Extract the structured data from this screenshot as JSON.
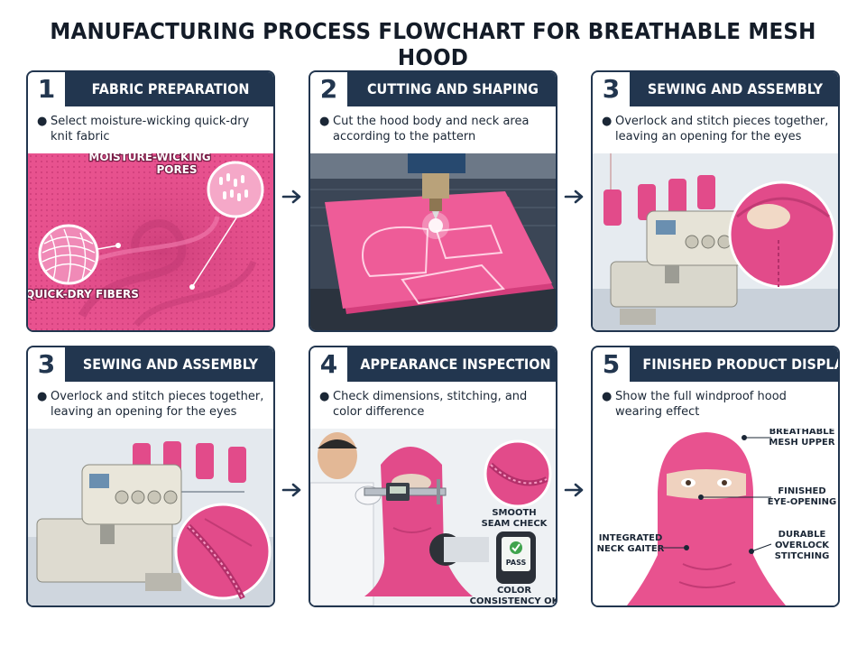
{
  "title": "MANUFACTURING PROCESS FLOWCHART FOR BREATHABLE MESH HOOD",
  "steps": [
    {
      "number": "1",
      "title": "FABRIC PREPARATION",
      "description": "Select moisture-wicking quick-dry knit fabric",
      "labels": [
        "MOISTURE-WICKING",
        "PORES",
        "QUICK-DRY FIBERS"
      ]
    },
    {
      "number": "2",
      "title": "CUTTING AND SHAPING",
      "description": "Cut the hood body and neck area according to the pattern",
      "labels": []
    },
    {
      "number": "3",
      "title": "SEWING AND ASSEMBLY",
      "description": "Overlock and stitch pieces together, leaving an opening for the eyes",
      "labels": []
    },
    {
      "number": "3",
      "title": "SEWING AND ASSEMBLY",
      "description": "Overlock and stitch pieces together, leaving an opening for the eyes",
      "labels": []
    },
    {
      "number": "4",
      "title": "APPEARANCE INSPECTION",
      "description": "Check dimensions, stitching, and color difference",
      "labels": [
        "SMOOTH",
        "SEAM CHECK",
        "PASS",
        "COLOR",
        "CONSISTENCY OK"
      ]
    },
    {
      "number": "5",
      "title": "FINISHED PRODUCT DISPLAY",
      "description": "Show the full windproof hood wearing effect",
      "labels": [
        "BREATHABLE",
        "MESH UPPER",
        "FINISHED",
        "EYE-OPENING",
        "INTEGRATED",
        "NECK GAITER",
        "DURABLE",
        "OVERLOCK",
        "STITCHING"
      ]
    }
  ],
  "colors": {
    "header_navy": "#22364f",
    "fabric_pink": "#e8528f",
    "arrow": "#22364f",
    "pass_green": "#3fa34d"
  },
  "icons": {
    "flow_arrow": "arrow-right-icon",
    "bullet": "bullet-dot-icon"
  }
}
